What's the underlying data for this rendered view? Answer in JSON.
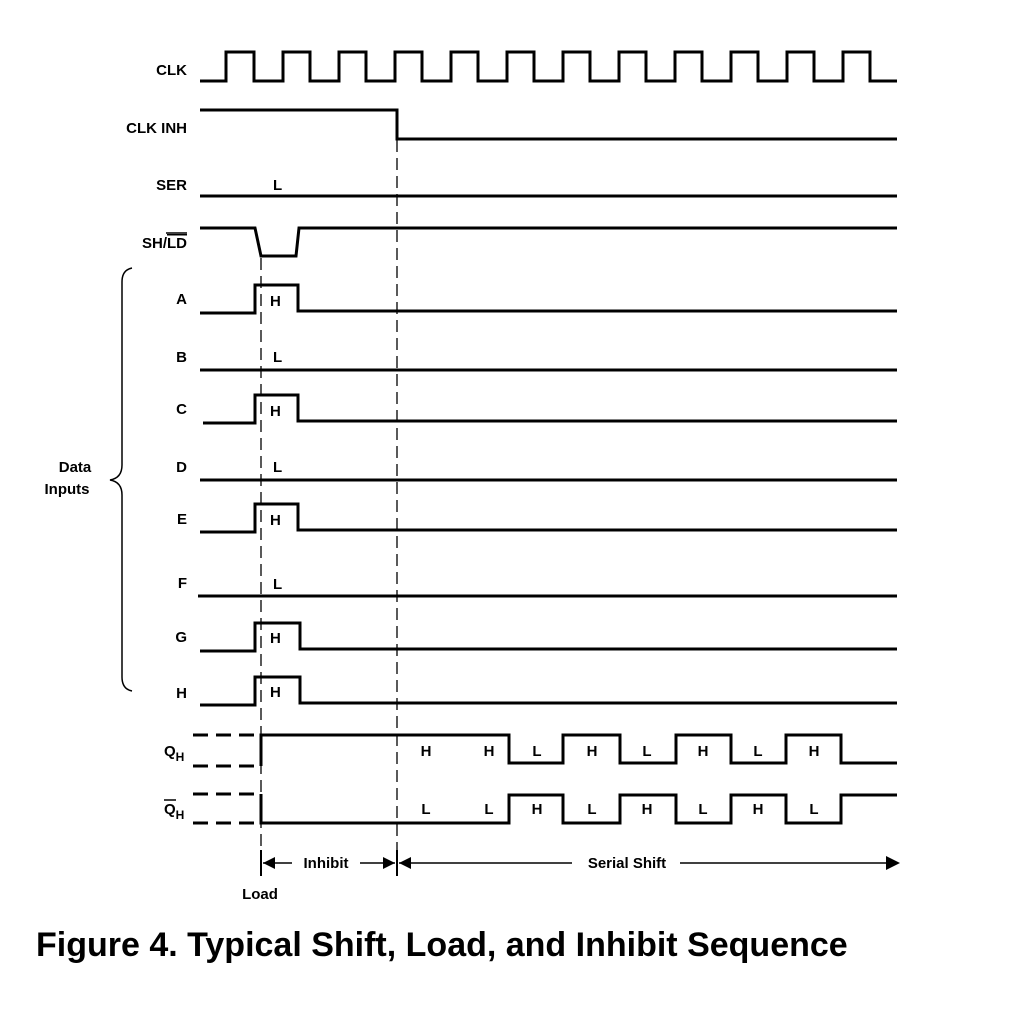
{
  "caption": "Figure 4.  Typical Shift, Load, and Inhibit Sequence",
  "signals": {
    "clk": "CLK",
    "clk_inh": "CLK INH",
    "ser": "SER",
    "sh_ld_prefix": "SH/",
    "sh_ld_bar": "LD",
    "a": "A",
    "b": "B",
    "c": "C",
    "d": "D",
    "e": "E",
    "f": "F",
    "g": "G",
    "h": "H",
    "qh_main": "Q",
    "qh_sub": "H",
    "qhbar_main": "Q",
    "qhbar_sub": "H"
  },
  "levels": {
    "ser": "L",
    "a": "H",
    "b": "L",
    "c": "H",
    "d": "L",
    "e": "H",
    "f": "L",
    "g": "H",
    "h": "H"
  },
  "qh_levels": [
    "H",
    "H",
    "L",
    "H",
    "L",
    "H",
    "L",
    "H"
  ],
  "qhbar_levels": [
    "L",
    "L",
    "H",
    "L",
    "H",
    "L",
    "H",
    "L"
  ],
  "group_label": {
    "line1": "Data",
    "line2": "Inputs"
  },
  "regions": {
    "inhibit": "Inhibit",
    "serial_shift": "Serial Shift",
    "load": "Load"
  }
}
